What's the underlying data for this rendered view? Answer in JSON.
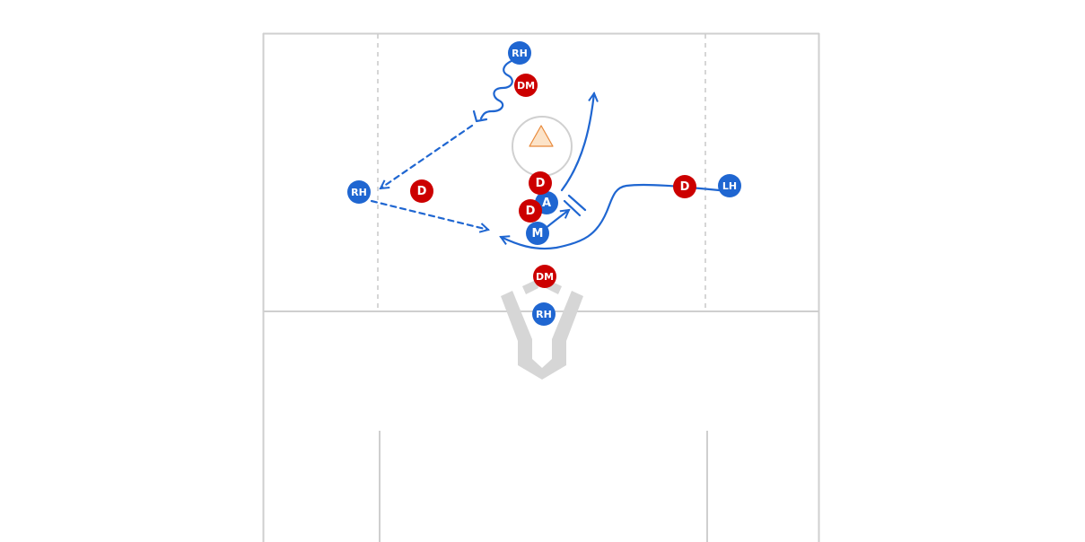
{
  "colors": {
    "offense": "#1f66d1",
    "defense": "#cc0000",
    "field_line": "#cfcfcf",
    "dashed_line": "#c8c8c8",
    "crease": "#d6d6d6",
    "cone_fill": "#fce3c8",
    "cone_stroke": "#e8893a",
    "route": "#1f66d1"
  },
  "players": [
    {
      "id": "rh-top",
      "team": "offense",
      "label": "RH"
    },
    {
      "id": "rh-left",
      "team": "offense",
      "label": "RH"
    },
    {
      "id": "lh-right",
      "team": "offense",
      "label": "LH"
    },
    {
      "id": "a-center",
      "team": "offense",
      "label": "A"
    },
    {
      "id": "m-center",
      "team": "offense",
      "label": "M"
    },
    {
      "id": "rh-goal",
      "team": "offense",
      "label": "RH"
    },
    {
      "id": "dm-top",
      "team": "defense",
      "label": "DM"
    },
    {
      "id": "d-left",
      "team": "defense",
      "label": "D"
    },
    {
      "id": "d-center-top",
      "team": "defense",
      "label": "D"
    },
    {
      "id": "d-center-low",
      "team": "defense",
      "label": "D"
    },
    {
      "id": "d-right",
      "team": "defense",
      "label": "D"
    },
    {
      "id": "dm-goal",
      "team": "defense",
      "label": "DM"
    }
  ],
  "routes": [
    {
      "id": "dodge-rh-top",
      "style": "wavy"
    },
    {
      "id": "pass-to-rh-left",
      "style": "dashed"
    },
    {
      "id": "pass-to-center",
      "style": "dashed"
    },
    {
      "id": "cut-lh-right",
      "style": "solid"
    },
    {
      "id": "cut-a-center",
      "style": "solid"
    },
    {
      "id": "cut-m-center",
      "style": "solid"
    }
  ],
  "cone": {
    "icon": "triangle-cone-icon"
  }
}
